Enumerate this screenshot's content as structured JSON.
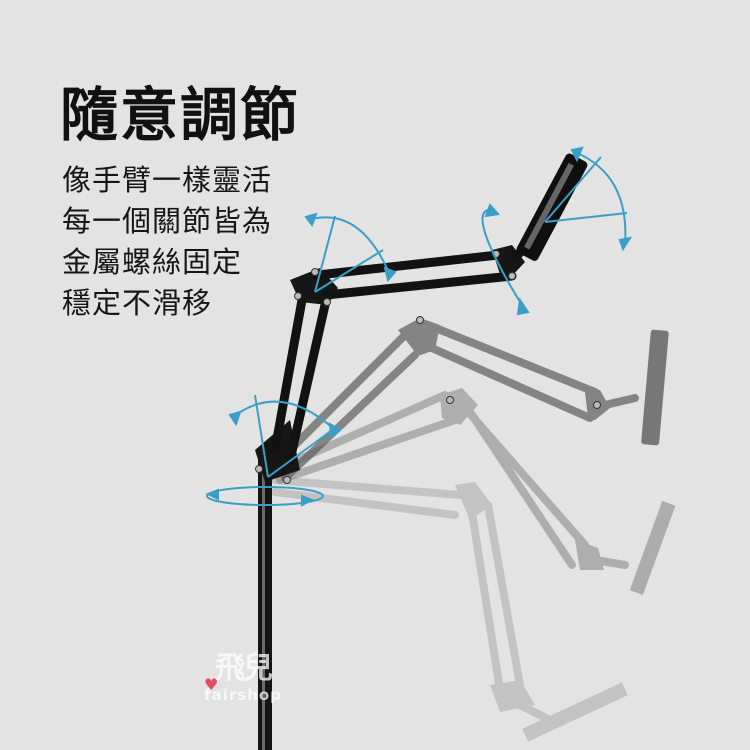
{
  "headline": "隨意調節",
  "description_lines": [
    "像手臂一樣靈活",
    "每一個關節皆為",
    "金屬螺絲固定",
    "穩定不滑移"
  ],
  "watermark": {
    "brand_cn": "飛兒",
    "brand_en": "fairshop",
    "heart": "♥"
  },
  "colors": {
    "background": "#e3e3e3",
    "arrow_accent": "#3a9fc8",
    "arm_primary": "#111111",
    "arm_ghost": "#7a7a7a"
  },
  "icons": [
    "rotation-arrow-icon",
    "pivot-arc-icon",
    "heart-icon"
  ]
}
